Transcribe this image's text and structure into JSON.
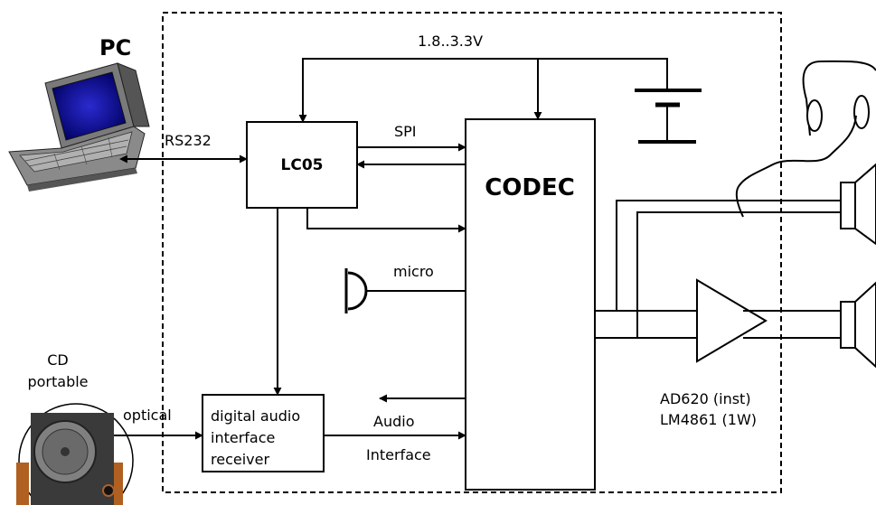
{
  "labels": {
    "pc": "PC",
    "rs232": "RS232",
    "supply_voltage": "1.8..3.3V",
    "spi": "SPI",
    "lc05": "LC05",
    "codec": "CODEC",
    "micro": "micro",
    "cd_line1": "CD",
    "cd_line2": "portable",
    "optical": "optical",
    "receiver_line1": "digital audio",
    "receiver_line2": "interface",
    "receiver_line3": "receiver",
    "audio": "Audio",
    "interface": "Interface",
    "amp_line1": "AD620 (inst)",
    "amp_line2": "LM4861 (1W)"
  },
  "icons": [
    "laptop-icon",
    "cd-player-icon",
    "headphones-icon",
    "speaker-icon",
    "microphone-icon",
    "battery-icon",
    "amplifier-icon"
  ]
}
